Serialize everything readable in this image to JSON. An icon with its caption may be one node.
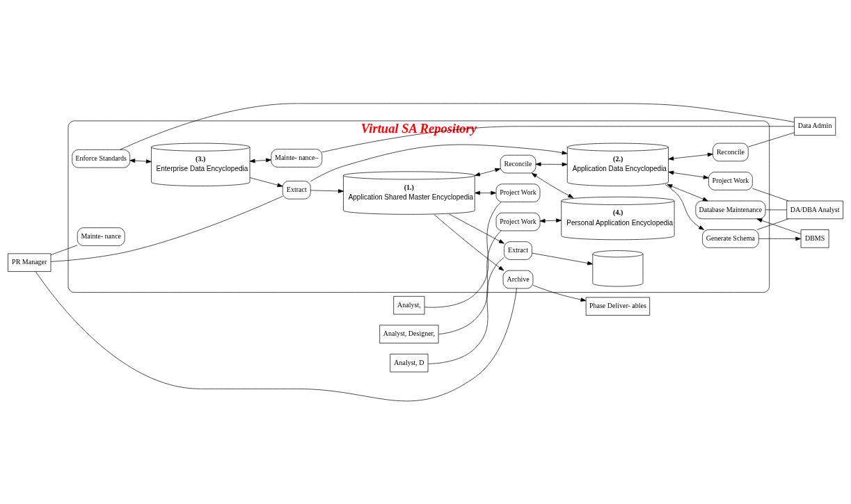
{
  "diagram": {
    "nodes": [
      {
        "text": [
          "Virtual SA Repository"
        ]
      },
      {
        "text": [
          "PR Manager"
        ]
      },
      {
        "text": [
          "Extract"
        ],
        "in": 0
      },
      {
        "text": [
          "(3.)",
          "Enterprise Data Encyclopedia"
        ],
        "in": 0
      },
      {
        "text": [
          "Enforce Standards"
        ],
        "in": 0
      },
      {
        "text": [
          "Archive"
        ],
        "in": 0
      },
      {
        "text": [
          "Mainte- nance"
        ],
        "in": 0
      },
      {
        "text": [
          "Mainte- nance–"
        ],
        "in": 0
      },
      {
        "text": [
          "Data Admin"
        ]
      },
      {
        "text": [
          "Phase Deliver- ables"
        ]
      },
      {
        "text": [
          "(1.)",
          "Application Shared Master Encyclopedia"
        ],
        "in": 0
      },
      {
        "text": [
          "(2.)",
          "Application Data Encyclopedia"
        ],
        "in": 0
      },
      {
        "text": [
          "Reconcile"
        ],
        "in": 0
      },
      {
        "text": [
          "Project Work"
        ],
        "in": 0
      },
      {
        "text": [
          "Project Work"
        ],
        "in": 0
      },
      {
        "text": [
          "DA/DBA Analyst"
        ]
      },
      {
        "text": [
          "Analyst,"
        ]
      },
      {
        "text": [
          "Analyst, D"
        ]
      },
      {
        "text": [
          "Extract"
        ],
        "in": 0
      },
      {
        "text": [
          "Reconcile"
        ],
        "in": 0
      },
      {
        "text": [
          "Database Maintenance"
        ],
        "in": 0
      },
      {
        "text": [
          "Analyst, Designer,"
        ]
      },
      {
        "text": [],
        "shape": "cylinder",
        "in": 0
      },
      {
        "text": [
          "(4.)",
          "Personal Application Encyclopedia"
        ],
        "in": 0
      },
      {
        "text": [
          "Project Work"
        ],
        "in": 0
      },
      {
        "text": [
          "Generate Schema"
        ],
        "in": 0
      },
      {
        "text": [
          "DBMS"
        ]
      }
    ],
    "edges": [
      {
        "from": 1,
        "to": 2,
        "arrow": "none"
      },
      {
        "from": 1,
        "to": 6,
        "arrow": "none"
      },
      {
        "from": 1,
        "to": 5,
        "arrow": "none"
      },
      {
        "from": 5,
        "to": 9,
        "arrow": "to"
      },
      {
        "from": 2,
        "to": 10,
        "arrow": "to"
      },
      {
        "from": 2,
        "to": 11,
        "arrow": "to"
      },
      {
        "from": 3,
        "to": 2,
        "arrow": "to"
      },
      {
        "from": 4,
        "to": 3,
        "arrow": "both"
      },
      {
        "from": 3,
        "to": 7,
        "arrow": "both"
      },
      {
        "from": 4,
        "to": 8,
        "arrow": "none"
      },
      {
        "from": 7,
        "to": 8,
        "arrow": "none"
      },
      {
        "from": 12,
        "to": 8,
        "arrow": "none"
      },
      {
        "from": 11,
        "to": 12,
        "arrow": "both"
      },
      {
        "from": 11,
        "to": 13,
        "arrow": "both"
      },
      {
        "from": 13,
        "to": 15,
        "arrow": "none"
      },
      {
        "from": 10,
        "to": 5,
        "arrow": "to"
      },
      {
        "from": 10,
        "to": 14,
        "arrow": "both"
      },
      {
        "from": 10,
        "to": 19,
        "arrow": "both"
      },
      {
        "from": 10,
        "to": 18,
        "arrow": "to"
      },
      {
        "from": 19,
        "to": 11,
        "arrow": "both"
      },
      {
        "from": 19,
        "to": 23,
        "arrow": "both"
      },
      {
        "from": 18,
        "to": 22,
        "arrow": "to"
      },
      {
        "from": 24,
        "to": 23,
        "arrow": "both"
      },
      {
        "from": 16,
        "to": 14,
        "arrow": "none"
      },
      {
        "from": 17,
        "to": 18,
        "arrow": "none"
      },
      {
        "from": 21,
        "to": 24,
        "arrow": "none"
      },
      {
        "from": 11,
        "to": 20,
        "arrow": "both"
      },
      {
        "from": 11,
        "to": 25,
        "arrow": "to"
      },
      {
        "from": 20,
        "to": 15,
        "arrow": "none"
      },
      {
        "from": 25,
        "to": 15,
        "arrow": "none"
      },
      {
        "from": 25,
        "to": 26,
        "arrow": "to"
      },
      {
        "from": 26,
        "to": 20,
        "arrow": "to"
      }
    ]
  }
}
